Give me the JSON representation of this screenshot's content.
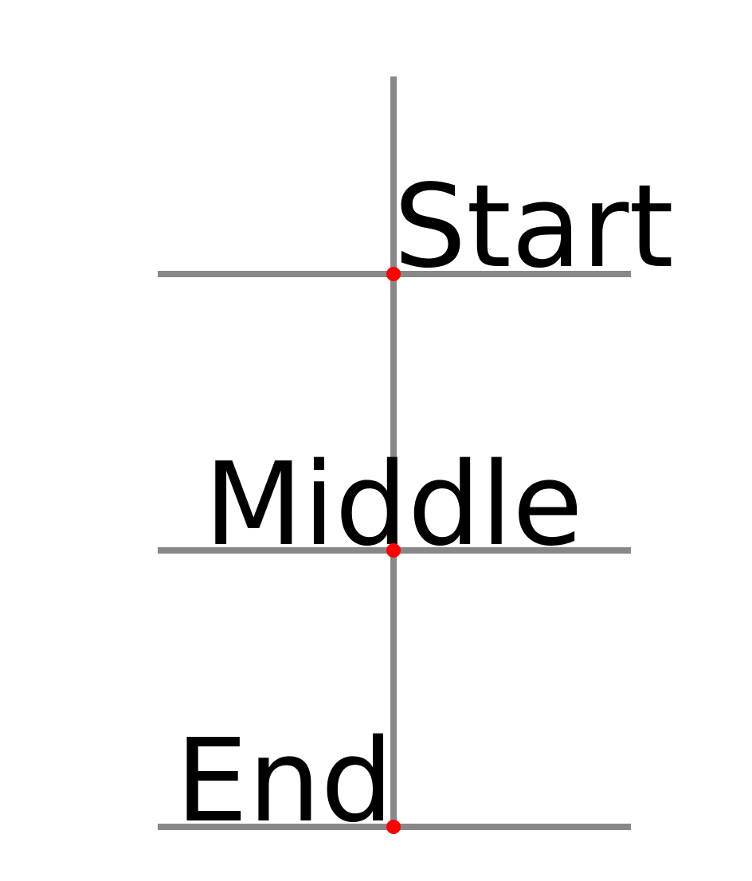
{
  "diagram": {
    "labels": {
      "start": "Start",
      "middle": "Middle",
      "end": "End"
    },
    "colors": {
      "line": "#888888",
      "marker": "#ff0000",
      "text": "#000000"
    }
  }
}
